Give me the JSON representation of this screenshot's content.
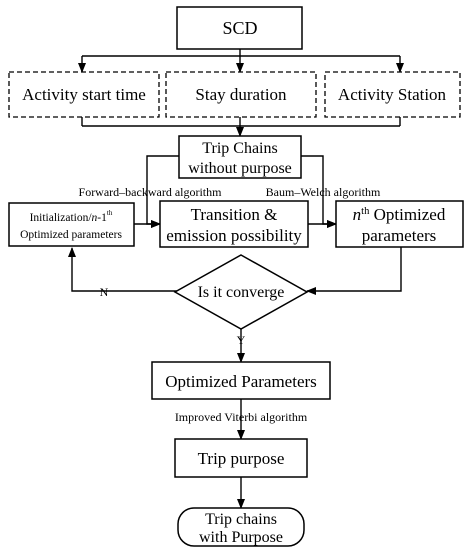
{
  "nodes": {
    "scd": "SCD",
    "activity_start_time": "Activity start time",
    "stay_duration": "Stay duration",
    "activity_station": "Activity Station",
    "trip_chains_no_purpose": [
      "Trip Chains",
      "without purpose"
    ],
    "init_params": [
      "Initialization/n-1th",
      "Optimized parameters"
    ],
    "transition_emission": [
      "Transition &",
      "emission possibility"
    ],
    "nth_optimized": [
      "nth Optimized",
      "parameters"
    ],
    "is_converge": "Is it converge",
    "optimized_parameters": "Optimized Parameters",
    "trip_purpose": "Trip purpose",
    "trip_chains_with_purpose": [
      "Trip chains",
      "with Purpose"
    ]
  },
  "edge_labels": {
    "forward_backward": "Forward–backward algorithm",
    "baum_welch": "Baum–Welch algorithm",
    "no": "N",
    "yes": "Y",
    "improved_viterbi": "Improved Viterbi algorithm"
  }
}
